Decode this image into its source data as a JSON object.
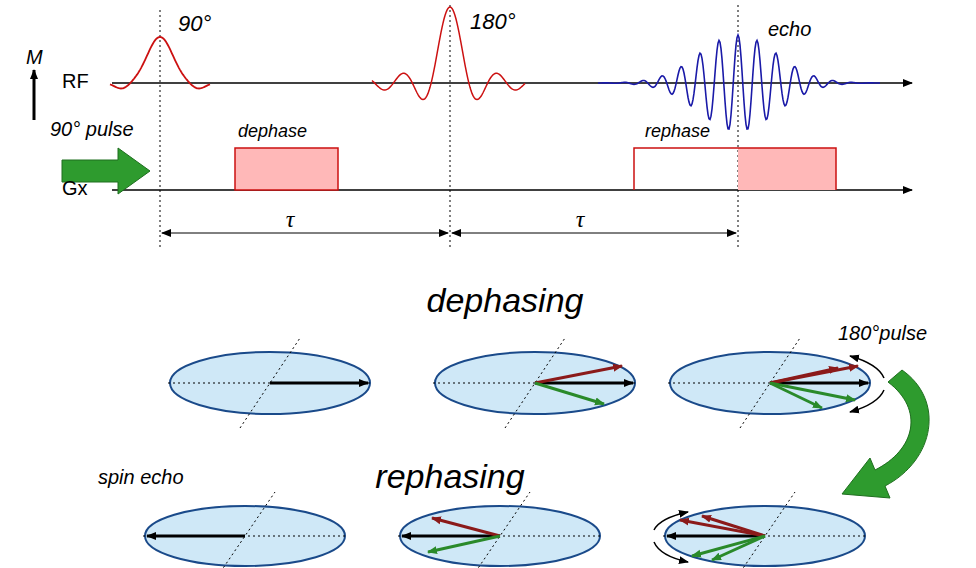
{
  "diagram": {
    "labels": [
      "90°",
      "180°",
      "echo",
      "RF",
      "dephase",
      "rephase",
      "Gx",
      "τ",
      "τ",
      "M",
      "90° pulse",
      "dephasing",
      "180°pulse",
      "rephasing",
      "spin echo"
    ]
  }
}
